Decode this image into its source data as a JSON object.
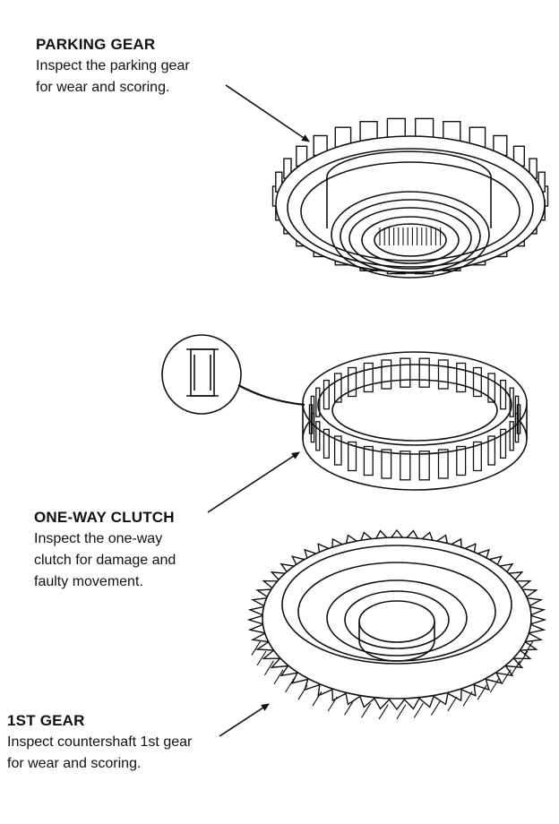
{
  "parking_gear": {
    "title": "PARKING GEAR",
    "desc_line1": "Inspect the parking gear",
    "desc_line2": "for wear and scoring."
  },
  "one_way_clutch": {
    "title": "ONE-WAY CLUTCH",
    "desc_line1": "Inspect the one-way",
    "desc_line2": "clutch for damage and",
    "desc_line3": "faulty movement."
  },
  "first_gear": {
    "title": "1ST GEAR",
    "desc_line1": "Inspect countershaft 1st gear",
    "desc_line2": "for wear and scoring."
  }
}
